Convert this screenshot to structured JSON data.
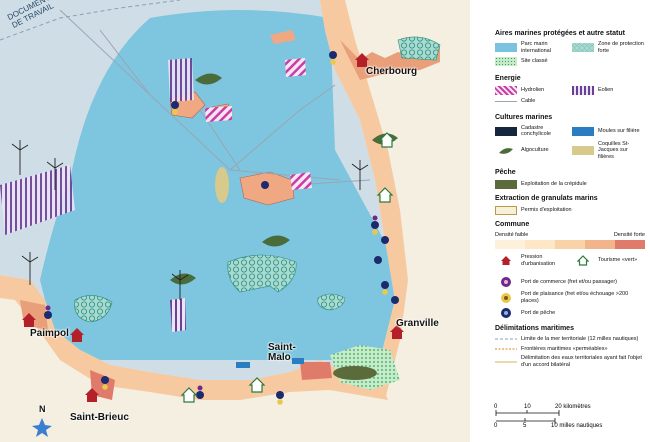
{
  "map": {
    "document_label_line1": "DOCUMENT",
    "document_label_line2": "DE TRAVAIL",
    "places": {
      "cherbourg": "Cherbourg",
      "granville": "Granville",
      "paimpol": "Paimpol",
      "saint_malo_line1": "Saint-",
      "saint_malo_line2": "Malo",
      "saint_brieuc": "Saint-Brieuc"
    },
    "north_label": "N"
  },
  "legend": {
    "aires": {
      "title": "Aires marines protégées et autre statut",
      "parc": "Parc marin international",
      "zone_forte": "Zone de protection forte",
      "site_classe": "Site classé"
    },
    "energie": {
      "title": "Energie",
      "hydrolien": "Hydrolien",
      "eolien": "Eolien",
      "cable": "Cable"
    },
    "cultures": {
      "title": "Cultures marines",
      "cadastre": "Cadastre conchylicole",
      "moules": "Moules sur filière",
      "algoculture": "Algoculture",
      "coquilles": "Coquilles St-Jacques sur filières"
    },
    "peche": {
      "title": "Pêche",
      "crepidule": "Exploitation de la crépidule"
    },
    "extraction": {
      "title": "Extraction de granulats marins",
      "permis": "Permis d'exploitation"
    },
    "commune": {
      "title": "Commune",
      "faible": "Densité faible",
      "forte": "Densité forte",
      "pression": "Pression d'urbanisation",
      "tourisme": "Tourisme «vert»"
    },
    "ports": {
      "commerce": "Port de commerce (fret et/ou passager)",
      "plaisance": "Port de plaisance (fret et/ou échouage >200 places)",
      "peche": "Port de pêche"
    },
    "delimitations": {
      "title": "Délimitations maritimes",
      "limite_12": "Limite de la mer territoriale (12 milles nautiques)",
      "frontieres": "Frontières maritimes «perméables»",
      "delimitation": "Délimitation des eaux territoriales ayant fait l'objet d'un accord bilatéral"
    }
  },
  "scale": {
    "km_0": "0",
    "km_10": "10",
    "km_20": "20 kilomètres",
    "nm_0": "0",
    "nm_5": "5",
    "nm_10": "10 milles nautiques"
  },
  "colors": {
    "sea_outer": "#cfdde6",
    "parc_marin": "#79c3de",
    "land": "#f4efe0",
    "density_low": "#fde7c6",
    "density_mid": "#f7c9a0",
    "density_high": "#e07a6a",
    "zone_protection": "#5cb3a6",
    "site_classe": "#37a35a",
    "hydrolien": "#c63fa5",
    "eolien": "#6a3f96",
    "algoculture": "#4a6b3a",
    "moules": "#2a7dc0",
    "coquilles": "#d8c98c",
    "crepidule": "#5c6b3c",
    "pression": "#b3202a",
    "port_peche": "#1c2a6e"
  }
}
